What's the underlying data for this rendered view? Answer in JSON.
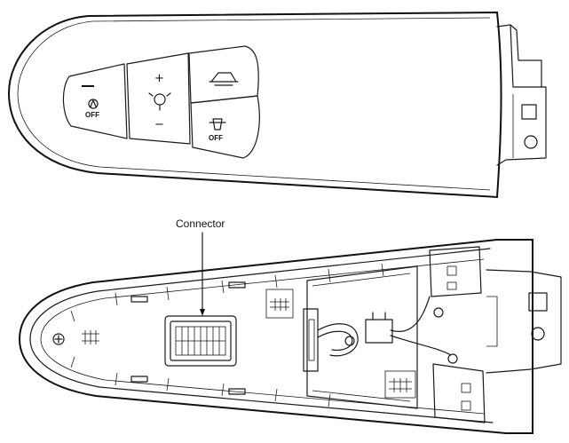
{
  "labels": {
    "connector": "Connector"
  },
  "buttons": {
    "cruise_off": "OFF",
    "lane_off": "OFF",
    "plus": "+",
    "minus": "−",
    "left_minus": "−"
  }
}
